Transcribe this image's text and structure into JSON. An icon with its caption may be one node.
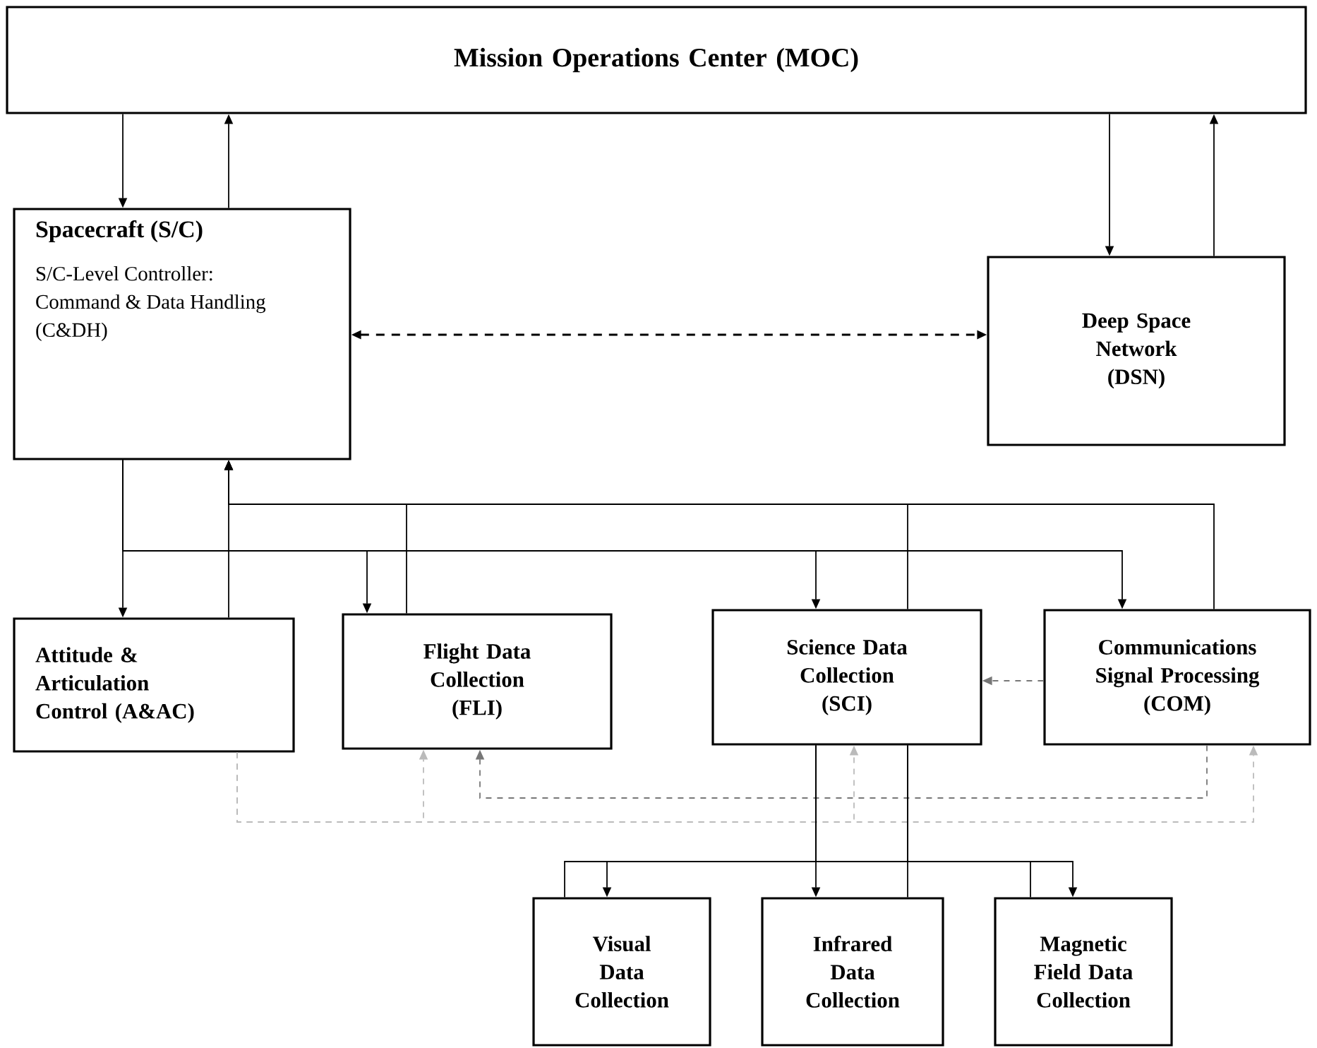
{
  "diagram": {
    "nodes": [
      {
        "text": [
          "Mission Operations Center (MOC)"
        ]
      },
      {
        "text": [
          "Spacecraft (S/C)",
          "S/C-Level Controller: Command & Data Handling (C&DH)"
        ]
      },
      {
        "text": [
          "Deep Space Network (DSN)"
        ]
      },
      {
        "text": [
          "Attitude & Articulation Control (A&AC)"
        ]
      },
      {
        "text": [
          "Flight Data Collection (FLI)"
        ]
      },
      {
        "text": [
          "Science Data Collection (SCI)"
        ]
      },
      {
        "text": [
          "Communications Signal Processing (COM)"
        ]
      },
      {
        "text": [
          "Visual Data Collection"
        ]
      },
      {
        "text": [
          "Infrared Data Collection"
        ]
      },
      {
        "text": [
          "Magnetic Field Data Collection"
        ]
      }
    ],
    "edges": [
      {
        "from": 0,
        "to": 1,
        "arrow": "to"
      },
      {
        "from": 1,
        "to": 0,
        "arrow": "to"
      },
      {
        "from": 0,
        "to": 2,
        "arrow": "to"
      },
      {
        "from": 2,
        "to": 0,
        "arrow": "to"
      },
      {
        "from": 1,
        "to": 2,
        "arrow": "both",
        "style": "dashed"
      },
      {
        "from": 1,
        "to": 3,
        "arrow": "to"
      },
      {
        "from": 1,
        "to": 4,
        "arrow": "to"
      },
      {
        "from": 1,
        "to": 5,
        "arrow": "to"
      },
      {
        "from": 1,
        "to": 6,
        "arrow": "to"
      },
      {
        "from": 3,
        "to": 1,
        "arrow": "to"
      },
      {
        "from": 4,
        "to": 1,
        "arrow": "to"
      },
      {
        "from": 5,
        "to": 1,
        "arrow": "to"
      },
      {
        "from": 6,
        "to": 1,
        "arrow": "to"
      },
      {
        "from": 6,
        "to": 5,
        "arrow": "to",
        "style": "dashed",
        "color": "#777777"
      },
      {
        "from": 6,
        "to": 4,
        "arrow": "to",
        "style": "dashed",
        "color": "#777777"
      },
      {
        "from": 3,
        "to": 4,
        "arrow": "to",
        "style": "dashed",
        "color": "#bbbbbb"
      },
      {
        "from": 3,
        "to": 5,
        "arrow": "to",
        "style": "dashed",
        "color": "#bbbbbb"
      },
      {
        "from": 3,
        "to": 6,
        "arrow": "to",
        "style": "dashed",
        "color": "#bbbbbb"
      },
      {
        "from": 5,
        "to": 7,
        "arrow": "to"
      },
      {
        "from": 5,
        "to": 8,
        "arrow": "to"
      },
      {
        "from": 5,
        "to": 9,
        "arrow": "to"
      },
      {
        "from": 7,
        "to": 5,
        "arrow": "none"
      },
      {
        "from": 8,
        "to": 5,
        "arrow": "none"
      },
      {
        "from": 9,
        "to": 5,
        "arrow": "none"
      }
    ]
  }
}
